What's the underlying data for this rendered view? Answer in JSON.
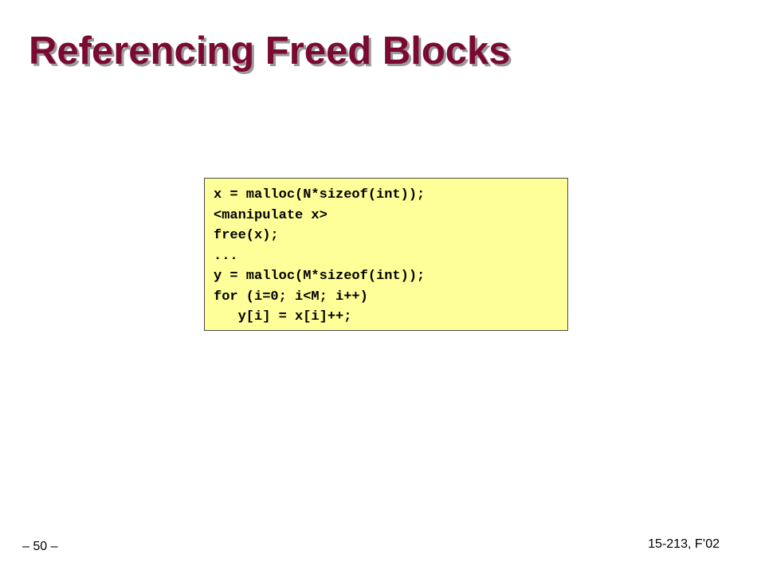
{
  "slide": {
    "title": "Referencing Freed Blocks",
    "code_lines": [
      "x = malloc(N*sizeof(int));",
      "<manipulate x>",
      "free(x);",
      "...",
      "y = malloc(M*sizeof(int));",
      "for (i=0; i<M; i++)",
      "   y[i] = x[i]++;"
    ],
    "page_number": "– 50 –",
    "course_label": "15-213, F’02"
  },
  "colors": {
    "title": "#7b0a33",
    "code_background": "#ffff99"
  }
}
